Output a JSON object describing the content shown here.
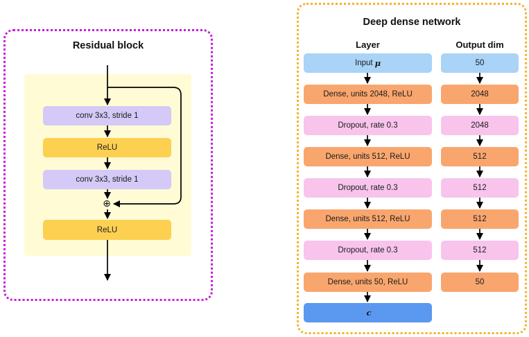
{
  "residual": {
    "title": "Residual block",
    "layers": [
      {
        "label": "conv 3x3, stride 1",
        "color": "#d4c9f7"
      },
      {
        "label": "ReLU",
        "color": "#fdd052"
      },
      {
        "label": "conv 3x3, stride 1",
        "color": "#d4c9f7"
      }
    ],
    "add_symbol": "⊕",
    "final_layer": {
      "label": "ReLU",
      "color": "#fdd052"
    }
  },
  "dense": {
    "title": "Deep dense network",
    "layer_header": "Layer",
    "output_header": "Output dim",
    "input_label": "Input",
    "input_symbol": "μ",
    "layers": [
      {
        "label": "Dense, units 2048, ReLU",
        "dim": "2048",
        "color": "#f9a66e"
      },
      {
        "label": "Dropout, rate 0.3",
        "dim": "2048",
        "color": "#f8c4ec"
      },
      {
        "label": "Dense, units 512, ReLU",
        "dim": "512",
        "color": "#f9a66e"
      },
      {
        "label": "Dropout, rate 0.3",
        "dim": "512",
        "color": "#f8c4ec"
      },
      {
        "label": "Dense, units 512, ReLU",
        "dim": "512",
        "color": "#f9a66e"
      },
      {
        "label": "Dropout, rate 0.3",
        "dim": "512",
        "color": "#f8c4ec"
      },
      {
        "label": "Dense, units 50, ReLU",
        "dim": "50",
        "color": "#f9a66e"
      }
    ],
    "input_dim": "50",
    "output_symbol": "c"
  },
  "colors": {
    "residual_border": "#c21fd6",
    "dense_border": "#f5b32a",
    "residual_background": "#fffbd5"
  }
}
